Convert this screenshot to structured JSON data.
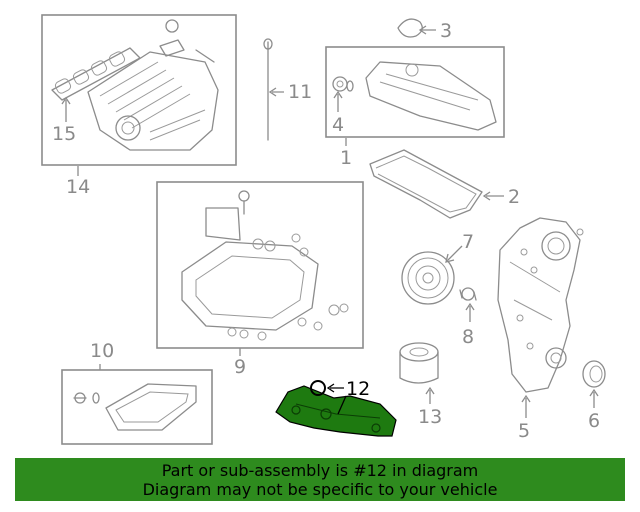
{
  "callouts": {
    "c1": "1",
    "c2": "2",
    "c3": "3",
    "c4": "4",
    "c5": "5",
    "c6": "6",
    "c7": "7",
    "c8": "8",
    "c9": "9",
    "c10": "10",
    "c11": "11",
    "c12": "12",
    "c13": "13",
    "c14": "14",
    "c15": "15"
  },
  "highlighted_part": "12",
  "colors": {
    "part_line": "#8c8c8c",
    "highlight_fill": "#1e7a10",
    "banner_bg": "#2e8b1e"
  },
  "banner": {
    "line1": "Part or sub-assembly is #12 in diagram",
    "line2": "Diagram may not be specific to your vehicle"
  }
}
